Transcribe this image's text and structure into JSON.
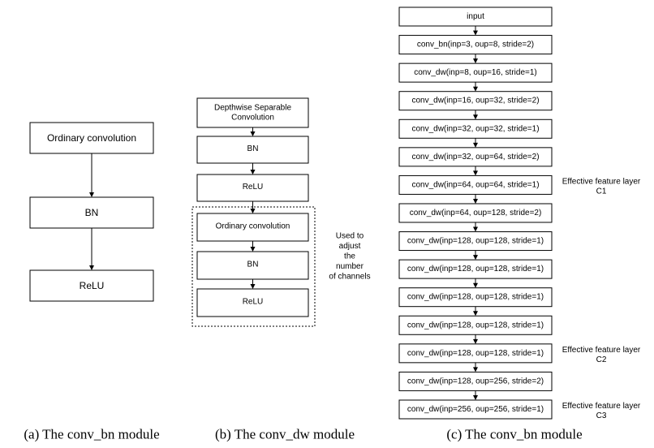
{
  "diagram_a": {
    "nodes": [
      "Ordinary convolution",
      "BN",
      "ReLU"
    ],
    "caption": "(a) The conv_bn module"
  },
  "diagram_b": {
    "nodes": [
      [
        "Depthwise Separable",
        "Convolution"
      ],
      [
        "BN"
      ],
      [
        "ReLU"
      ],
      [
        "Ordinary convolution"
      ],
      [
        "BN"
      ],
      [
        "ReLU"
      ]
    ],
    "note": [
      "Used to",
      "adjust",
      "the",
      "number",
      "of channels"
    ],
    "caption": "(b) The conv_dw module"
  },
  "diagram_c": {
    "nodes": [
      "input",
      "conv_bn(inp=3, oup=8, stride=2)",
      "conv_dw(inp=8, oup=16, stride=1)",
      "conv_dw(inp=16, oup=32, stride=2)",
      "conv_dw(inp=32, oup=32, stride=1)",
      "conv_dw(inp=32, oup=64, stride=2)",
      "conv_dw(inp=64, oup=64, stride=1)",
      "conv_dw(inp=64, oup=128, stride=2)",
      "conv_dw(inp=128, oup=128, stride=1)",
      "conv_dw(inp=128, oup=128, stride=1)",
      "conv_dw(inp=128, oup=128, stride=1)",
      "conv_dw(inp=128, oup=128, stride=1)",
      "conv_dw(inp=128, oup=128, stride=1)",
      "conv_dw(inp=128, oup=256, stride=2)",
      "conv_dw(inp=256, oup=256, stride=1)"
    ],
    "feature_labels": [
      {
        "node_index": 6,
        "lines": [
          "Effective feature layer",
          "C1"
        ]
      },
      {
        "node_index": 12,
        "lines": [
          "Effective feature layer",
          "C2"
        ]
      },
      {
        "node_index": 14,
        "lines": [
          "Effective feature layer",
          "C3"
        ]
      }
    ],
    "caption": "(c) The conv_bn module"
  }
}
